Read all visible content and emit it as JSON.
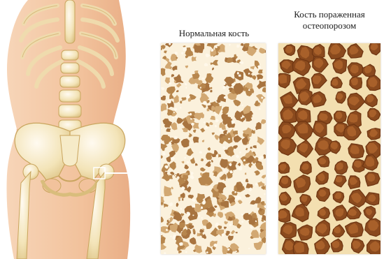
{
  "labels": {
    "normal": "Нормальная кость",
    "osteo_line1": "Кость пораженная",
    "osteo_line2": "остеопорозом"
  },
  "colors": {
    "background": "#ffffff",
    "skin": "#f4c6a3",
    "bone": "#f1e3b6",
    "bone_outline": "#c9a55e",
    "normal_bone_matrix": "#fbf1dc",
    "normal_bone_pores": "#b7864d",
    "osteo_bone_matrix": "#f3dfb0",
    "osteo_bone_holes": "#8a4a1e",
    "pointer_line": "#ffffff"
  },
  "icons": {
    "figure": "human-torso-with-skeleton",
    "normal_texture": "dense-trabecular-bone",
    "osteo_texture": "porous-trabecular-bone"
  }
}
